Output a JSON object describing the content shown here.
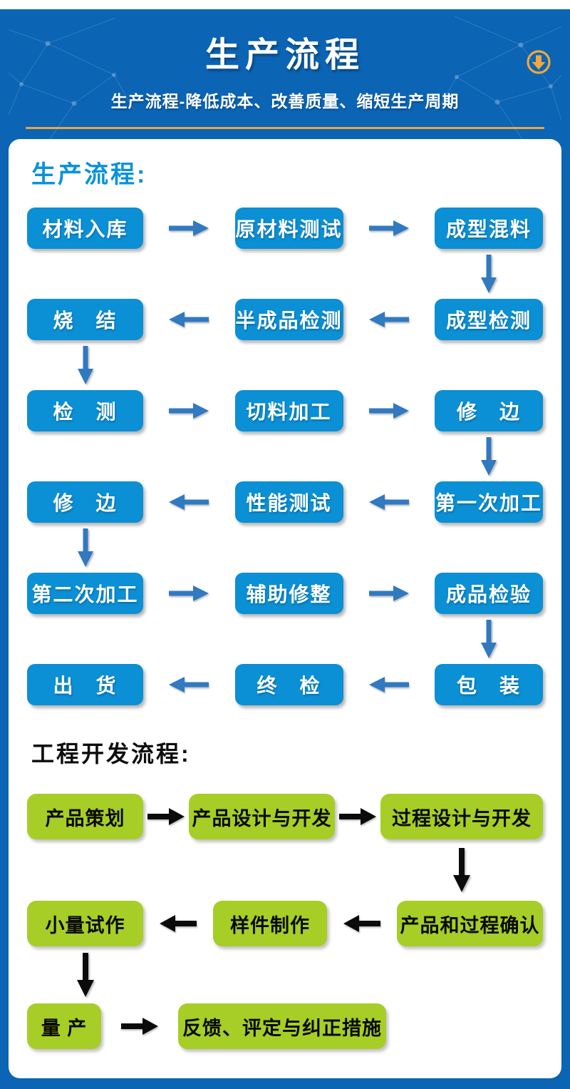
{
  "header": {
    "title": "生产流程",
    "subtitle": "生产流程-降低成本、改善质量、缩短生产周期",
    "badge_icon": "circle-down-arrow-icon"
  },
  "colors": {
    "banner_blue": "#0b64b4",
    "box_blue": "#0b8fd5",
    "arrow_blue": "#3179c0",
    "heading_blue": "#0992da",
    "flow_green": "#a6ce27",
    "gold_accent": "#eca43d",
    "arrow_black": "#0b0b0b"
  },
  "production_flow": {
    "heading": "生产流程:",
    "rows": [
      {
        "direction": "right",
        "boxes": [
          "材料入库",
          "原材料测试",
          "成型混料"
        ]
      },
      {
        "direction": "left",
        "boxes": [
          "烧　结",
          "半成品检测",
          "成型检测"
        ]
      },
      {
        "direction": "right",
        "boxes": [
          "检　测",
          "切料加工",
          "修　边"
        ]
      },
      {
        "direction": "left",
        "boxes": [
          "修　边",
          "性能测试",
          "第一次加工"
        ]
      },
      {
        "direction": "right",
        "boxes": [
          "第二次加工",
          "辅助修整",
          "成品检验"
        ]
      },
      {
        "direction": "left",
        "boxes": [
          "出　货",
          "终　检",
          "包　装"
        ]
      }
    ],
    "vertical_connectors": [
      "after-row-1-right-column",
      "after-row-2-left-column",
      "after-row-3-right-column",
      "after-row-4-left-column",
      "after-row-5-right-column"
    ]
  },
  "engineering_flow": {
    "heading": "工程开发流程:",
    "rows": [
      {
        "direction": "right",
        "boxes": [
          "产品策划",
          "产品设计与开发",
          "过程设计与开发"
        ]
      },
      {
        "direction": "left",
        "boxes": [
          "小量试作",
          "样件制作",
          "产品和过程确认"
        ]
      },
      {
        "direction": "right",
        "boxes": [
          "量 产",
          "反馈、评定与纠正措施"
        ]
      }
    ],
    "vertical_connectors": [
      "after-row-1-right-column",
      "after-row-2-left-column"
    ]
  }
}
